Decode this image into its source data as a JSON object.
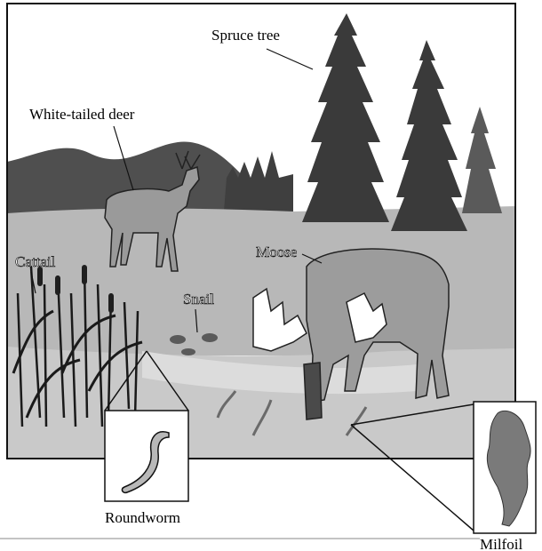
{
  "labels": {
    "spruce": "Spruce tree",
    "deer": "White-tailed deer",
    "cattail": "Cattail",
    "snail": "Snail",
    "moose": "Moose",
    "roundworm": "Roundworm",
    "milfoil": "Milfoil"
  },
  "colors": {
    "outline": "#111111",
    "hills": "#4f4f4f",
    "sky": "#ffffff",
    "meadow": "#b8b8b8",
    "shore": "#d9d9d9",
    "water": "#c4c4c4",
    "tree": "#3a3a3a",
    "animal": "#8a8a8a"
  }
}
